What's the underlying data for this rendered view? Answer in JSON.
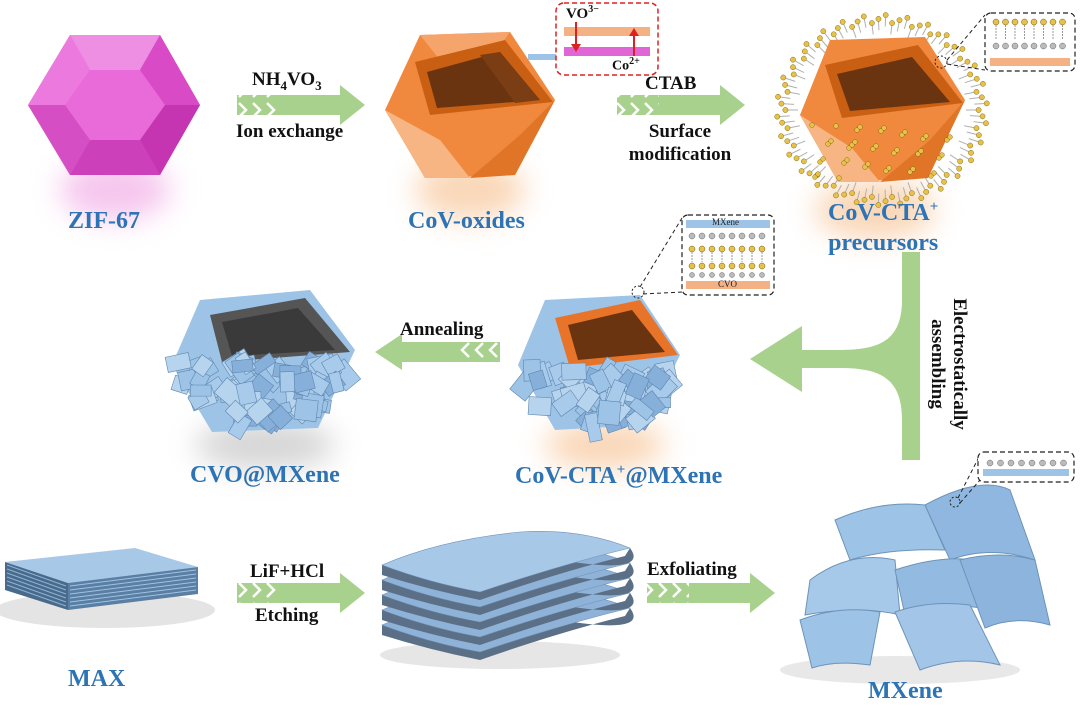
{
  "compounds": {
    "zif67": "ZIF-67",
    "cov_oxides": "CoV-oxides",
    "cov_cta_line1": "CoV-CTA",
    "cov_cta_sup": "+",
    "cov_cta_line2": "precursors",
    "cov_cta_mxene_pre": "CoV-CTA",
    "cov_cta_mxene_sup": "+",
    "cov_cta_mxene_post": "@MXene",
    "cvo_mxene": "CVO@MXene",
    "max": "MAX",
    "mxene": "MXene"
  },
  "steps": {
    "ion_exchange_reagent_main": "NH",
    "ion_exchange_reagent_sub1": "4",
    "ion_exchange_reagent_mid": "VO",
    "ion_exchange_reagent_sub2": "3",
    "ion_exchange": "Ion exchange",
    "ctab": "CTAB",
    "surface_1": "Surface",
    "surface_2": "modification",
    "electro_1": "Electrostatically",
    "electro_2": "assembling",
    "annealing": "Annealing",
    "etching_reagent": "LiF+HCl",
    "etching": "Etching",
    "exfoliating": "Exfoliating"
  },
  "insets": {
    "ion_top": "VO",
    "ion_top_sup": "3−",
    "ion_bottom": "Co",
    "ion_bottom_sup": "2+",
    "mxene_label": "MXene",
    "cvo_label": "CVO"
  },
  "colors": {
    "label_blue": "#2e74b5",
    "arrow_green": "#a9d18e",
    "zif_pink": "#e45fd3",
    "oxide_orange": "#f0883e",
    "mxene_blue": "#9dc3e6",
    "dark_core": "#6b3410"
  }
}
